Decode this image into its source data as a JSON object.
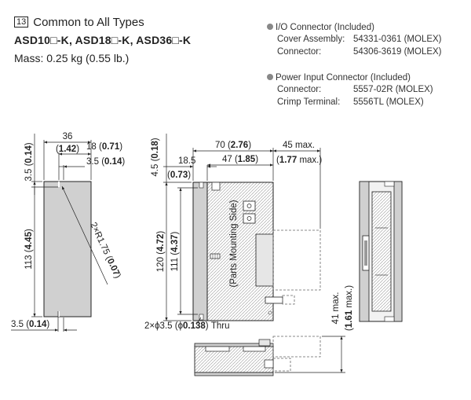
{
  "header": {
    "section_number": "13",
    "title": "Common to All Types",
    "models": "ASD10□-K, ASD18□-K, ASD36□-K",
    "mass": "Mass: 0.25 kg (0.55 lb.)"
  },
  "io_connector": {
    "heading": "I/O Connector (Included)",
    "rows": [
      {
        "label": "Cover Assembly:",
        "value": "54331-0361 (MOLEX)"
      },
      {
        "label": "Connector:",
        "value": "54306-3619 (MOLEX)"
      }
    ]
  },
  "power_connector": {
    "heading": "Power Input Connector (Included)",
    "rows": [
      {
        "label": "Connector:",
        "value": "5557-02R (MOLEX)"
      },
      {
        "label": "Crimp Terminal:",
        "value": "5556TL (MOLEX)"
      }
    ]
  },
  "dimensions": {
    "side_width": {
      "mm": "36",
      "in": "1.42"
    },
    "slot_center": {
      "mm": "18",
      "in": "0.71"
    },
    "slot_offset": {
      "mm": "3.5",
      "in": "0.14"
    },
    "top_slot": {
      "mm": "3.5",
      "in": "0.14"
    },
    "side_height": {
      "mm": "113",
      "in": "4.45"
    },
    "bottom_slot": {
      "mm": "3.5",
      "in": "0.14"
    },
    "radius": {
      "prefix": "2×R1.75",
      "in": "0.07"
    },
    "front_top": {
      "mm": "4.5",
      "in": "0.18"
    },
    "front_width": {
      "mm": "70",
      "in": "2.76"
    },
    "connector_protrusion": {
      "mm": "45 max.",
      "in": "1.77",
      "unit": "max."
    },
    "front_offset": {
      "mm": "18.5",
      "in": "0.73"
    },
    "front_inner": {
      "mm": "47",
      "in": "1.85"
    },
    "front_height": {
      "mm": "120",
      "in": "4.72"
    },
    "front_inner_height": {
      "mm": "111",
      "in": "4.37"
    },
    "holes": {
      "prefix": "2×ϕ3.5 (ϕ",
      "in": "0.138",
      "suffix": ") Thru"
    },
    "mount_label": "(Parts Mounting Side)",
    "bottom_depth": {
      "mm": "41 max.",
      "in": "1.61",
      "unit": "max."
    }
  }
}
